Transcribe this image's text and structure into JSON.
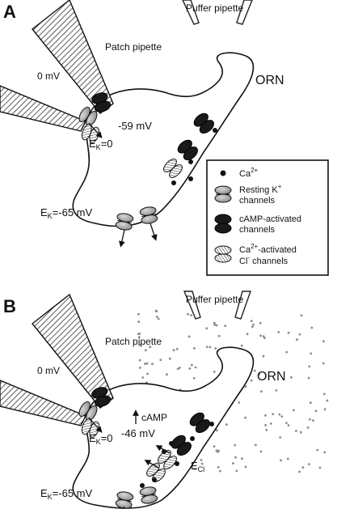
{
  "panelA": {
    "letter": "A",
    "puffer": "Puffer pipette",
    "patch": "Patch pipette",
    "zeromv": "0 mV",
    "cell": "ORN",
    "vm": "-59 mV",
    "ek0": "E",
    "ek0_sub": "K",
    "ek0_val": "=0",
    "ek65": "E",
    "ek65_sub": "K",
    "ek65_val": "=-65 mV"
  },
  "panelB": {
    "letter": "B",
    "puffer": "Puffer pipette",
    "patch": "Patch pipette",
    "zeromv": "0 mV",
    "cell": "ORN",
    "camp": "cAMP",
    "vm": "-46 mV",
    "ek0": "E",
    "ek0_sub": "K",
    "ek0_val": "=0",
    "ek65": "E",
    "ek65_sub": "K",
    "ek65_val": "=-65 mV",
    "ecl": "E",
    "ecl_sub": "Cl"
  },
  "legend": {
    "ca": "Ca",
    "ca_sup": "2+",
    "resting1": "Resting K",
    "resting1_sup": "+",
    "resting2": "channels",
    "camp1": "cAMP-activated",
    "camp2": "channels",
    "cacl1": "Ca",
    "cacl1_sup": "2+",
    "cacl1_rest": "-activated",
    "cacl2": "Cl",
    "cacl2_sup": "-",
    "cacl2_rest": " channels"
  }
}
